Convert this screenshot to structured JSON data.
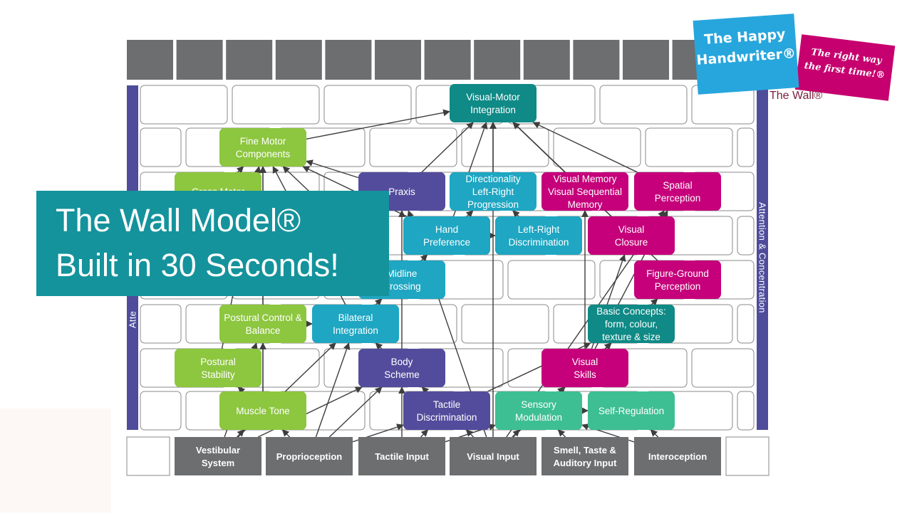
{
  "banner": {
    "line1": "The Wall Model®",
    "line2": "Built in 30 Seconds!"
  },
  "logo": {
    "name_line1": "The Happy",
    "name_line2": "Handwriter®",
    "tagline_line1": "The right way",
    "tagline_line2": "the first time!®",
    "wall_label": "The Wall®"
  },
  "side_labels": {
    "right": "Attention & Concentration",
    "left": "Atte"
  },
  "colors": {
    "teal": "#0f8a86",
    "green": "#8dc63f",
    "purple": "#534c9c",
    "cyan": "#1ea6c2",
    "magenta": "#c5007a",
    "mint": "#3dbf93",
    "gray": "#6d6e70",
    "brick_border": "#8a8a8a",
    "arrow": "#3d3d3d",
    "side_bar": "#4e4c9b",
    "banner": "#14939c"
  },
  "nodes": [
    {
      "id": "visual-motor-integration",
      "lines": [
        "Visual-Motor",
        "Integration"
      ],
      "color": "teal"
    },
    {
      "id": "fine-motor-components",
      "lines": [
        "Fine Motor",
        "Components"
      ],
      "color": "green"
    },
    {
      "id": "gross-motor",
      "lines": [
        "Gross Motor"
      ],
      "color": "green"
    },
    {
      "id": "praxis",
      "lines": [
        "Praxis"
      ],
      "color": "purple"
    },
    {
      "id": "directionality",
      "lines": [
        "Directionality",
        "Left-Right",
        "Progression"
      ],
      "color": "cyan"
    },
    {
      "id": "visual-memory",
      "lines": [
        "Visual Memory",
        "Visual Sequential",
        "Memory"
      ],
      "color": "magenta"
    },
    {
      "id": "spatial-perception",
      "lines": [
        "Spatial",
        "Perception"
      ],
      "color": "magenta"
    },
    {
      "id": "hand-preference",
      "lines": [
        "Hand",
        "Preference"
      ],
      "color": "cyan"
    },
    {
      "id": "left-right-discrimination",
      "lines": [
        "Left-Right",
        "Discrimination"
      ],
      "color": "cyan"
    },
    {
      "id": "visual-closure",
      "lines": [
        "Visual",
        "Closure"
      ],
      "color": "magenta"
    },
    {
      "id": "midline-crossing",
      "lines": [
        "Midline",
        "Crossing"
      ],
      "color": "cyan"
    },
    {
      "id": "figure-ground-perception",
      "lines": [
        "Figure-Ground",
        "Perception"
      ],
      "color": "magenta"
    },
    {
      "id": "postural-control-balance",
      "lines": [
        "Postural Control &",
        "Balance"
      ],
      "color": "green"
    },
    {
      "id": "bilateral-integration",
      "lines": [
        "Bilateral",
        "Integration"
      ],
      "color": "cyan"
    },
    {
      "id": "basic-concepts",
      "lines": [
        "Basic Concepts:",
        "form, colour,",
        "texture & size"
      ],
      "color": "teal"
    },
    {
      "id": "postural-stability",
      "lines": [
        "Postural",
        "Stability"
      ],
      "color": "green"
    },
    {
      "id": "body-scheme",
      "lines": [
        "Body",
        "Scheme"
      ],
      "color": "purple"
    },
    {
      "id": "visual-skills",
      "lines": [
        "Visual",
        "Skills"
      ],
      "color": "magenta"
    },
    {
      "id": "muscle-tone",
      "lines": [
        "Muscle Tone"
      ],
      "color": "green"
    },
    {
      "id": "tactile-discrimination",
      "lines": [
        "Tactile",
        "Discrimination"
      ],
      "color": "purple"
    },
    {
      "id": "sensory-modulation",
      "lines": [
        "Sensory",
        "Modulation"
      ],
      "color": "mint"
    },
    {
      "id": "self-regulation",
      "lines": [
        "Self-Regulation"
      ],
      "color": "mint"
    },
    {
      "id": "vestibular-system",
      "lines": [
        "Vestibular",
        "System"
      ],
      "color": "gray"
    },
    {
      "id": "proprioception",
      "lines": [
        "Proprioception"
      ],
      "color": "gray"
    },
    {
      "id": "tactile-input",
      "lines": [
        "Tactile Input"
      ],
      "color": "gray"
    },
    {
      "id": "visual-input",
      "lines": [
        "Visual Input"
      ],
      "color": "gray"
    },
    {
      "id": "smell-taste-auditory",
      "lines": [
        "Smell, Taste &",
        "Auditory Input"
      ],
      "color": "gray"
    },
    {
      "id": "interoception",
      "lines": [
        "Interoception"
      ],
      "color": "gray"
    }
  ],
  "edges": [
    [
      "fine-motor-components",
      "visual-motor-integration"
    ],
    [
      "praxis",
      "visual-motor-integration"
    ],
    [
      "directionality",
      "visual-motor-integration"
    ],
    [
      "visual-memory",
      "visual-motor-integration"
    ],
    [
      "spatial-perception",
      "visual-motor-integration"
    ],
    [
      "visual-closure",
      "visual-motor-integration"
    ],
    [
      "hand-preference",
      "visual-motor-integration"
    ],
    [
      "figure-ground-perception",
      "visual-motor-integration"
    ],
    [
      "gross-motor",
      "fine-motor-components"
    ],
    [
      "praxis",
      "fine-motor-components"
    ],
    [
      "postural-control-balance",
      "fine-motor-components"
    ],
    [
      "bilateral-integration",
      "fine-motor-components"
    ],
    [
      "midline-crossing",
      "fine-motor-components"
    ],
    [
      "hand-preference",
      "fine-motor-components"
    ],
    [
      "postural-stability",
      "fine-motor-components"
    ],
    [
      "muscle-tone",
      "fine-motor-components"
    ],
    [
      "hand-preference",
      "left-right-discrimination"
    ],
    [
      "hand-preference",
      "directionality"
    ],
    [
      "left-right-discrimination",
      "directionality"
    ],
    [
      "bilateral-integration",
      "midline-crossing"
    ],
    [
      "postural-control-balance",
      "bilateral-integration"
    ],
    [
      "midline-crossing",
      "hand-preference"
    ],
    [
      "body-scheme",
      "bilateral-integration"
    ],
    [
      "body-scheme",
      "praxis"
    ],
    [
      "visual-skills",
      "visual-closure"
    ],
    [
      "visual-skills",
      "figure-ground-perception"
    ],
    [
      "visual-skills",
      "basic-concepts"
    ],
    [
      "visual-skills",
      "visual-memory"
    ],
    [
      "visual-skills",
      "spatial-perception"
    ],
    [
      "tactile-discrimination",
      "body-scheme"
    ],
    [
      "tactile-discrimination",
      "basic-concepts"
    ],
    [
      "muscle-tone",
      "postural-stability"
    ],
    [
      "muscle-tone",
      "postural-control-balance"
    ],
    [
      "sensory-modulation",
      "self-regulation"
    ],
    [
      "sensory-modulation",
      "visual-skills"
    ],
    [
      "vestibular-system",
      "muscle-tone"
    ],
    [
      "vestibular-system",
      "bilateral-integration"
    ],
    [
      "vestibular-system",
      "body-scheme"
    ],
    [
      "vestibular-system",
      "postural-control-balance"
    ],
    [
      "proprioception",
      "muscle-tone"
    ],
    [
      "proprioception",
      "body-scheme"
    ],
    [
      "proprioception",
      "tactile-discrimination"
    ],
    [
      "proprioception",
      "bilateral-integration"
    ],
    [
      "tactile-input",
      "tactile-discrimination"
    ],
    [
      "tactile-input",
      "body-scheme"
    ],
    [
      "tactile-input",
      "sensory-modulation"
    ],
    [
      "visual-input",
      "visual-skills"
    ],
    [
      "visual-input",
      "visual-motor-integration"
    ],
    [
      "visual-input",
      "spatial-perception"
    ],
    [
      "visual-input",
      "basic-concepts"
    ],
    [
      "visual-input",
      "tactile-discrimination"
    ],
    [
      "visual-input",
      "sensory-modulation"
    ],
    [
      "visual-input",
      "praxis"
    ],
    [
      "smell-taste-auditory",
      "sensory-modulation"
    ],
    [
      "interoception",
      "self-regulation"
    ],
    [
      "interoception",
      "sensory-modulation"
    ]
  ]
}
